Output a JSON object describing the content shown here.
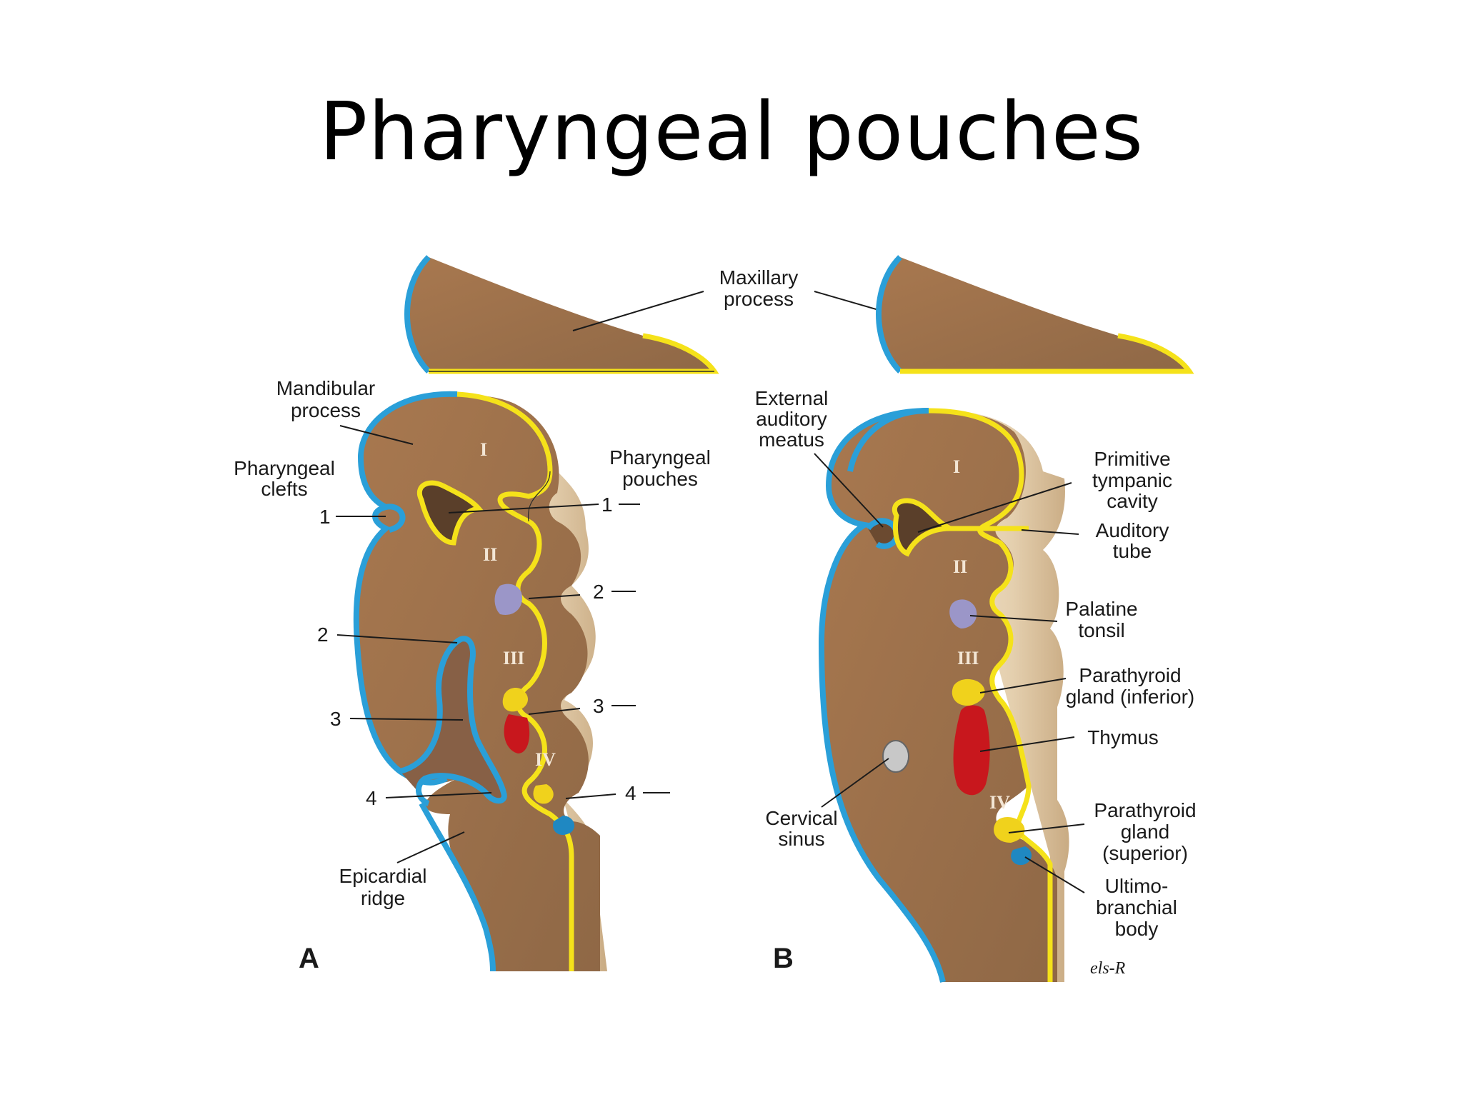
{
  "title": "Pharyngeal pouches",
  "colors": {
    "tissue": "#a0744f",
    "tissue_side": "#e9d7bc",
    "ectoderm": "#2a9fd8",
    "endoderm": "#f5e21a",
    "tonsil": "#9b96c8",
    "parathyroid": "#f0d21c",
    "thymus": "#c8171d",
    "ultimobranchial": "#1f88c2",
    "cervical_sinus": "#c8c8c8"
  },
  "panel_a": {
    "letter": "A",
    "labels": {
      "maxillary_1": "Maxillary",
      "maxillary_2": "process",
      "mandibular_1": "Mandibular",
      "mandibular_2": "process",
      "clefts_1": "Pharyngeal",
      "clefts_2": "clefts",
      "pouches_1": "Pharyngeal",
      "pouches_2": "pouches",
      "epicardial_1": "Epicardial",
      "epicardial_2": "ridge"
    },
    "cleft_numbers": [
      "1",
      "2",
      "3",
      "4"
    ],
    "pouch_numbers": [
      "1",
      "2",
      "3",
      "4"
    ],
    "arches": [
      "I",
      "II",
      "III",
      "IV"
    ]
  },
  "panel_b": {
    "letter": "B",
    "labels": {
      "eam_1": "External",
      "eam_2": "auditory",
      "eam_3": "meatus",
      "tympanic_1": "Primitive",
      "tympanic_2": "tympanic",
      "tympanic_3": "cavity",
      "auditory_1": "Auditory",
      "auditory_2": "tube",
      "palatine_1": "Palatine",
      "palatine_2": "tonsil",
      "parainf_1": "Parathyroid",
      "parainf_2": "gland (inferior)",
      "thymus": "Thymus",
      "parasup_1": "Parathyroid",
      "parasup_2": "gland",
      "parasup_3": "(superior)",
      "ultimo_1": "Ultimo-",
      "ultimo_2": "branchial",
      "ultimo_3": "body",
      "cervical_1": "Cervical",
      "cervical_2": "sinus"
    },
    "arches": [
      "I",
      "II",
      "III",
      "IV"
    ],
    "signature": "els-R"
  }
}
